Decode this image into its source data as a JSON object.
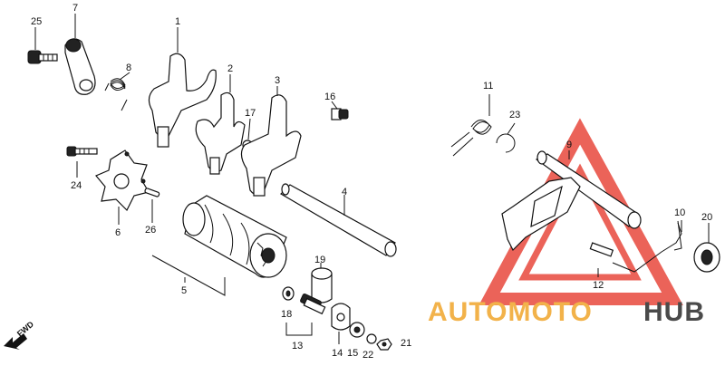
{
  "labels": {
    "p1": "1",
    "p2": "2",
    "p3": "3",
    "p4": "4",
    "p5": "5",
    "p6": "6",
    "p7": "7",
    "p8": "8",
    "p9": "9",
    "p10": "10",
    "p11": "11",
    "p12": "12",
    "p13": "13",
    "p14": "14",
    "p15": "15",
    "p16": "16",
    "p17": "17",
    "p18": "18",
    "p19": "19",
    "p20": "20",
    "p21": "21",
    "p22": "22",
    "p23": "23",
    "p24": "24",
    "p25": "25",
    "p26": "26"
  },
  "direction": "FWD",
  "watermark": {
    "part1": "AUTOMOTO",
    "part2": "HUB"
  },
  "colors": {
    "watermark_red": "#e8483d",
    "watermark_orange": "#f2b24a",
    "watermark_gray": "#4a4a4a"
  }
}
